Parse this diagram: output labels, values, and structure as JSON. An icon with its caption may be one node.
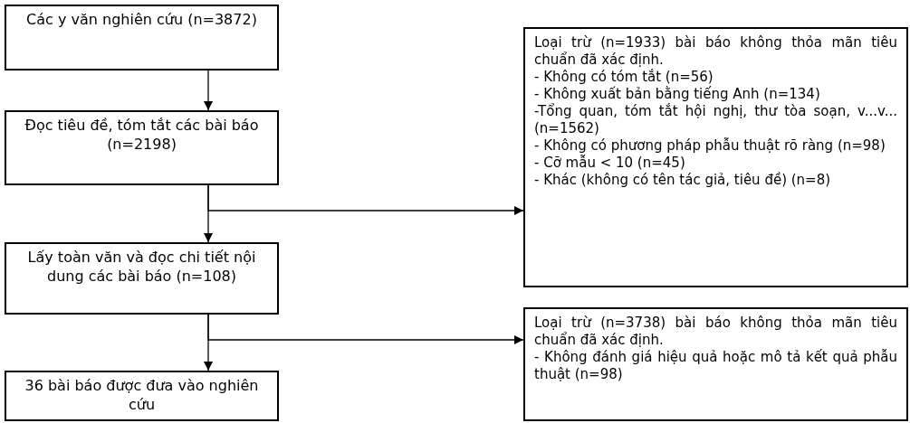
{
  "diagram": {
    "nodes": [
      {
        "text": [
          "Các y văn nghiên cứu (n=3872)"
        ]
      },
      {
        "text": [
          "Đọc tiêu đề, tóm tắt các bài báo (n=2198)"
        ]
      },
      {
        "text": [
          "Lấy toàn văn và đọc chi tiết nội dung các bài báo (n=108)"
        ]
      },
      {
        "text": [
          "36 bài báo được đưa vào nghiên cứu"
        ]
      },
      {
        "text": [
          "Loại trừ (n=1933) bài báo không thỏa mãn tiêu chuẩn đã xác định.",
          "- Không có tóm tắt (n=56)",
          "- Không xuất bản bằng tiếng Anh (n=134)",
          "-Tổng quan, tóm tắt hội nghị, thư tòa soạn, v...v... (n=1562)",
          "- Không có phương pháp phẫu thuật rõ ràng (n=98)",
          "- Cỡ mẫu < 10 (n=45)",
          "- Khác (không có tên tác giả, tiêu đề) (n=8)"
        ]
      },
      {
        "text": [
          "Loại trừ (n=3738) bài báo không thỏa mãn tiêu chuẩn đã xác định.",
          "- Không đánh giá hiệu quả hoặc mô tả kết quả phẫu thuật (n=98)"
        ]
      }
    ],
    "edges": [
      {
        "from": 0,
        "to": 1,
        "arrow": "to"
      },
      {
        "from": 1,
        "to": 2,
        "arrow": "to"
      },
      {
        "from": 1,
        "to": 4,
        "arrow": "to"
      },
      {
        "from": 2,
        "to": 3,
        "arrow": "to"
      },
      {
        "from": 2,
        "to": 5,
        "arrow": "to"
      }
    ]
  }
}
